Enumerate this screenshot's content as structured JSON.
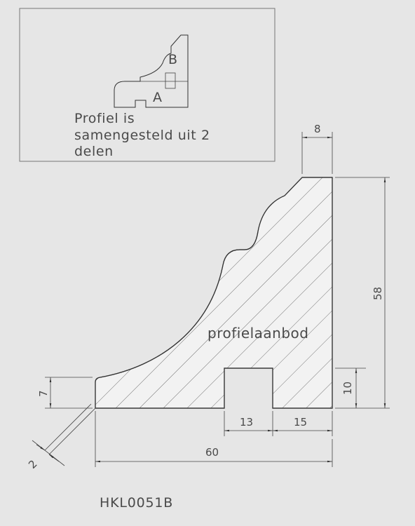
{
  "note": {
    "inset_label_b": "B",
    "inset_label_a": "A",
    "lines": [
      "Profiel is",
      "samengesteld uit 2",
      "delen"
    ]
  },
  "watermark": "profielaanbod",
  "dimensions": {
    "top_width": "8",
    "total_height": "58",
    "left_height": "7",
    "groove_height": "10",
    "groove_width": "13",
    "right_leg": "15",
    "total_width": "60",
    "chamfer": "2"
  },
  "product_code": "HKL0051B",
  "colors": {
    "background": "#e6e6e6",
    "profile_fill": "#f2f2f2",
    "lines": "#333333",
    "text": "#4a4a4a"
  }
}
